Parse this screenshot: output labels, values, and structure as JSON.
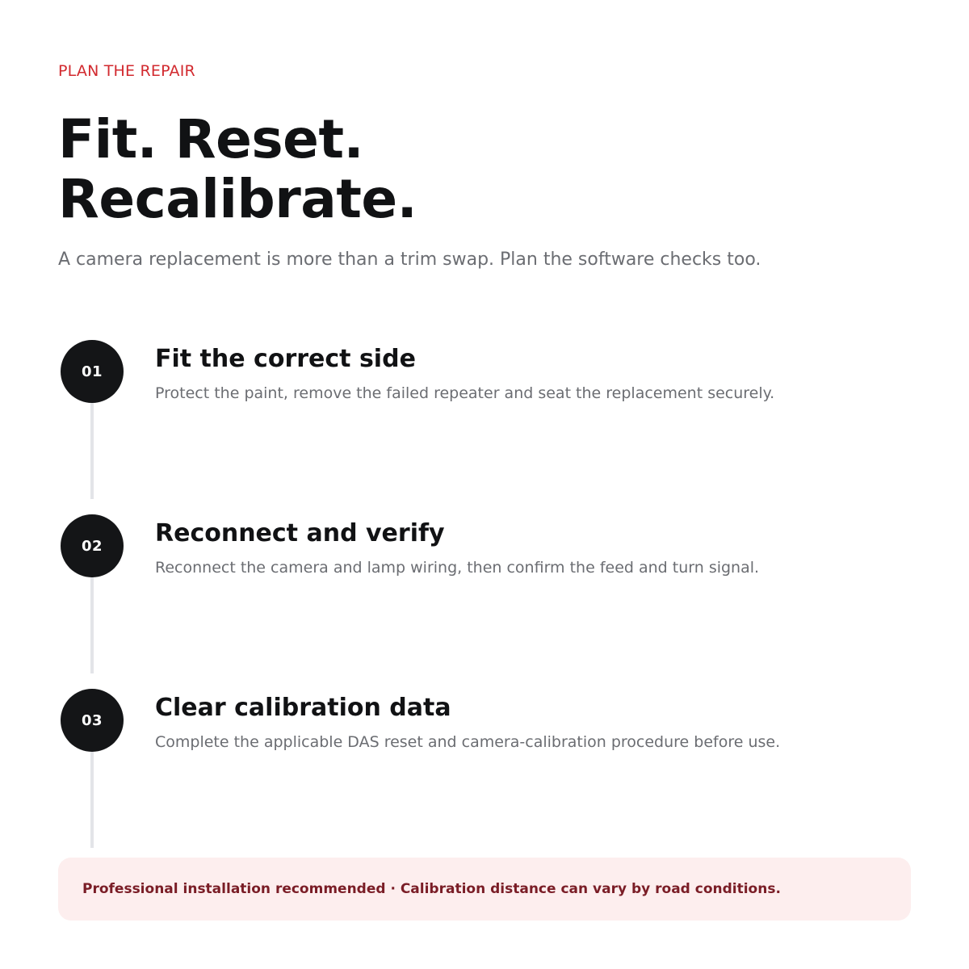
{
  "header": {
    "eyebrow": "PLAN THE REPAIR",
    "headline_line1": "Fit. Reset.",
    "headline_line2": "Recalibrate.",
    "subtitle": "A camera replacement is more than a trim swap. Plan the software checks too."
  },
  "steps": [
    {
      "number": "01",
      "title": "Fit the correct side",
      "description": "Protect the paint, remove the failed repeater and seat the replacement securely."
    },
    {
      "number": "02",
      "title": "Reconnect and verify",
      "description": "Reconnect the camera and lamp wiring, then confirm the feed and turn signal."
    },
    {
      "number": "03",
      "title": "Clear calibration data",
      "description": "Complete the applicable DAS reset and camera-calibration procedure before use."
    }
  ],
  "notice": {
    "text": "Professional installation recommended · Calibration distance can vary by road conditions."
  },
  "colors": {
    "accent": "#d22a2f",
    "step_circle": "#141517",
    "timeline": "#e3e4e8",
    "notice_bg": "#fdeeee",
    "notice_text": "#7a1d26"
  }
}
